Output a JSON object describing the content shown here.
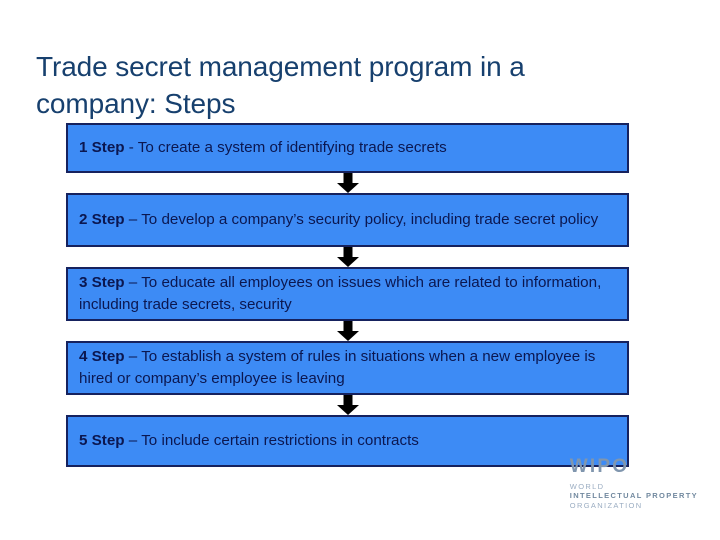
{
  "slide": {
    "title": "Trade secret management program in a company: Steps",
    "background_color": "#ffffff",
    "title_color": "#17406E"
  },
  "flow": {
    "box_fill_color": "#3D8BF5",
    "box_border_color": "#16225E",
    "box_text_color": "#0B1750",
    "arrow_color": "#000000",
    "steps": [
      {
        "num_label": "1 Step",
        "text": " - To create a system of identifying trade secrets"
      },
      {
        "num_label": "2 Step",
        "text": " – To develop a company’s security policy, including trade secret policy"
      },
      {
        "num_label": "3 Step",
        "text": " – To educate all employees on issues which are related to information, including trade secrets, security"
      },
      {
        "num_label": "4 Step",
        "text": " – To establish a system of rules in situations when a new employee is hired or company’s employee is leaving"
      },
      {
        "num_label": "5 Step",
        "text": " – To include certain restrictions in contracts"
      }
    ]
  },
  "logo": {
    "wordmark": "WIPO",
    "line1": "WORLD",
    "line2": "INTELLECTUAL PROPERTY",
    "line3": "ORGANIZATION",
    "color": "#8096AE"
  }
}
